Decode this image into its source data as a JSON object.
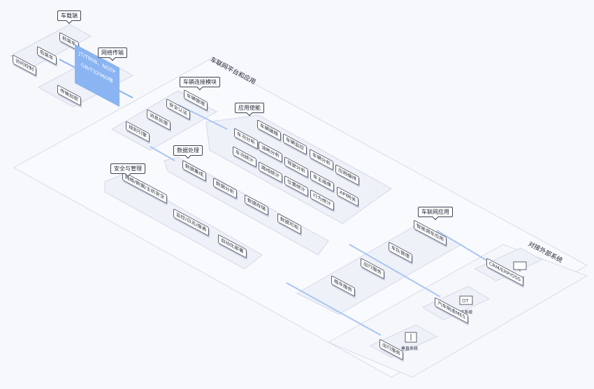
{
  "sections": {
    "vehicle_end": "车载端",
    "network": "网络传输",
    "platform": "车联网平台和应用",
    "conn_module": "车辆连接模块",
    "app_enable": "应用使能",
    "data_proc": "数据处理",
    "security": "安全与管理",
    "iov_app": "车联网应用",
    "external": "对接外部系统"
  },
  "vehicle": {
    "front": "前装车",
    "rear": "后装车",
    "access": "访问控制",
    "transfer": "传输加密"
  },
  "protocols": [
    "JT/T808、NGTP",
    "GB/T32960等"
  ],
  "conn_items": [
    "车辆管理",
    "安全认证",
    "消息处理",
    "规则引擎"
  ],
  "app_items": [
    "车况分析",
    "车辆建模",
    "车辆监控",
    "车辆分析",
    "油耗分析",
    "驾驶分析",
    "应用编排",
    "车况统计",
    "路线统计",
    "车主画像",
    "位置统计",
    "行为统计",
    "API网关"
  ],
  "data_items": [
    "数据集成",
    "数据分析",
    "数据存储",
    "数据可视"
  ],
  "sec_items": [
    "网络/数据/主机安全",
    "监控/日志/报表",
    "自动化部署"
  ],
  "iov_items": [
    "智能调车应用",
    "车队管理",
    "出行服务",
    "租车服务"
  ],
  "ext": {
    "it": "IT系统",
    "it_sub": "CRM/ERP/OSS",
    "ot": "OT系统",
    "ot_sub": "汽车制造MES",
    "vertical": "垂直系统",
    "vertical_sub": "出行服务"
  },
  "colors": {
    "accent": "#8ab4f2",
    "line": "#cdd4e6"
  }
}
